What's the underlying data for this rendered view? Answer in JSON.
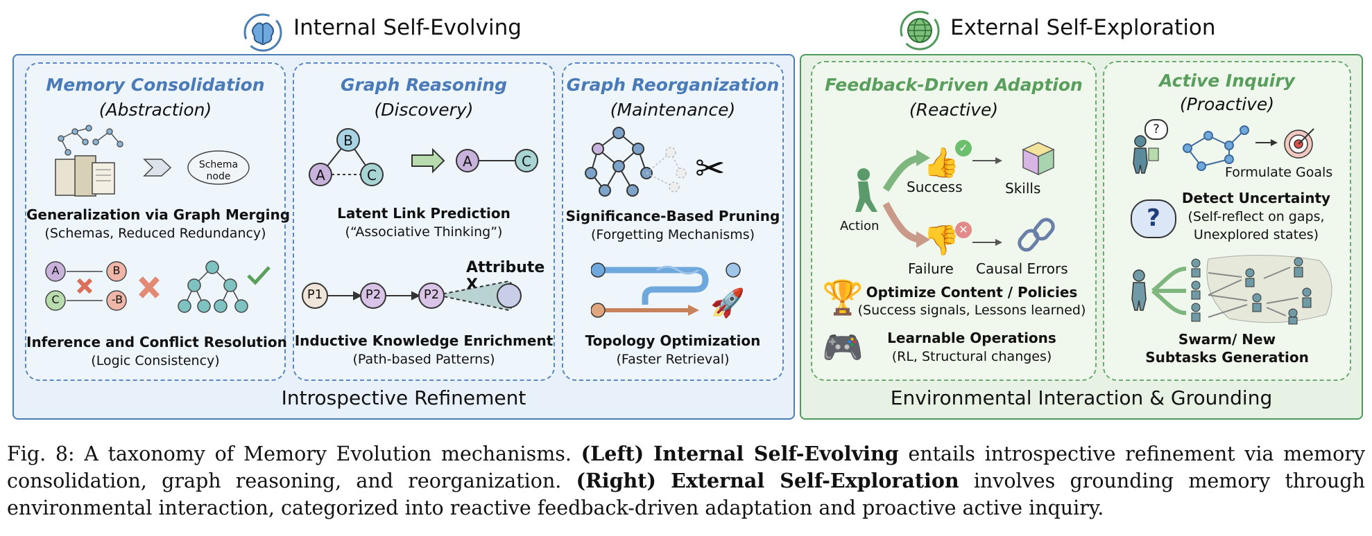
{
  "headers": {
    "left": "Internal Self-Evolving",
    "right": "External Self-Exploration"
  },
  "left": {
    "footer": "Introspective Refinement",
    "panels": [
      {
        "title": "Memory Consolidation",
        "subtitle": "(Abstraction)",
        "schema_node": [
          "Schema",
          "node"
        ],
        "item1_label": "Generalization via Graph Merging",
        "item1_sub": "(Schemas, Reduced Redundancy)",
        "nodes": [
          "A",
          "B",
          "C",
          "-B"
        ],
        "item2_label": "Inference and Conflict Resolution",
        "item2_sub": "(Logic Consistency)"
      },
      {
        "title": "Graph Reasoning",
        "subtitle": "(Discovery)",
        "nodes": [
          "B",
          "A",
          "C",
          "A",
          "C"
        ],
        "item1_label": "Latent Link Prediction",
        "item1_sub": "(“Associative Thinking”)",
        "attribute_label": "Attribute X",
        "path_nodes": [
          "P1",
          "P2",
          "P2"
        ],
        "item2_label": "Inductive Knowledge Enrichment",
        "item2_sub": "(Path-based Patterns)"
      },
      {
        "title": "Graph Reorganization",
        "subtitle": "(Maintenance)",
        "item1_label": "Significance-Based Pruning",
        "item1_sub": "(Forgetting Mechanisms)",
        "item2_label": "Topology Optimization",
        "item2_sub": "(Faster Retrieval)"
      }
    ]
  },
  "right": {
    "footer": "Environmental Interaction & Grounding",
    "panels": [
      {
        "title": "Feedback-Driven Adaption",
        "subtitle": "(Reactive)",
        "action": "Action",
        "success": "Success",
        "skills": "Skills",
        "failure": "Failure",
        "causal_errors": "Causal Errors",
        "item1_label": "Optimize Content / Policies",
        "item1_sub": "(Success signals, Lessons learned)",
        "item2_label": "Learnable Operations",
        "item2_sub": "(RL, Structural changes)"
      },
      {
        "title": "Active Inquiry",
        "subtitle": "(Proactive)",
        "formulate_goals": "Formulate Goals",
        "item1_label": "Detect Uncertainty",
        "item1_sub": [
          "(Self-reflect on gaps,",
          "Unexplored states)"
        ],
        "item2_label": [
          "Swarm/ New",
          "Subtasks Generation"
        ]
      }
    ]
  },
  "caption": {
    "fig": "Fig. 8: A taxonomy of Memory Evolution mechanisms.",
    "left_tag": "(Left)",
    "left_name": "Internal Self-Evolving",
    "left_text": "entails introspective refinement via memory consolidation, graph reasoning, and reorganization.",
    "right_tag": "(Right)",
    "right_name": "External Self-Exploration",
    "right_text": "involves grounding memory through environmental interaction, categorized into reactive feedback-driven adaptation and proactive active inquiry."
  },
  "colors": {
    "left_bg": "#e8f1f9",
    "left_border": "#4a7fb5",
    "right_bg": "#e8f2e4",
    "right_border": "#4d9a5a",
    "title_blue": "#4a7ab8",
    "title_green": "#5a9e5e"
  },
  "icons": [
    "brain-icon",
    "globe-icon",
    "scissors-icon",
    "rocket-icon",
    "trophy-icon",
    "gamepad-icon",
    "thumbs-up-icon",
    "thumbs-down-icon",
    "cube-icon",
    "broken-link-icon",
    "hiker-icon",
    "target-icon",
    "question-cloud-icon",
    "person-icon"
  ]
}
